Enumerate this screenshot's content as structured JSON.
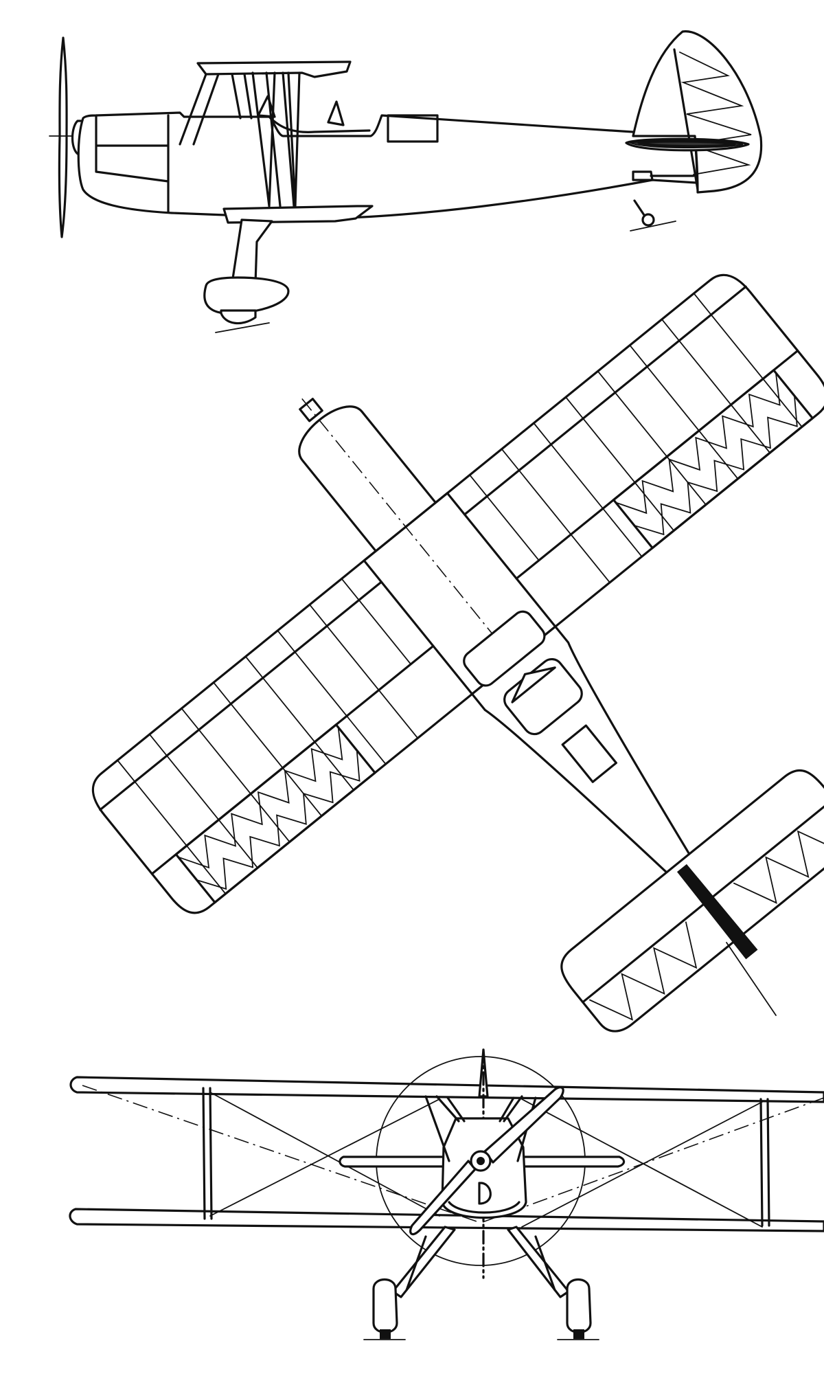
{
  "drawing": {
    "views": [
      "side-elevation",
      "plan-view",
      "front-elevation"
    ],
    "aircraft": "biplane",
    "line_color": "#111111",
    "background_color": "#ffffff"
  }
}
